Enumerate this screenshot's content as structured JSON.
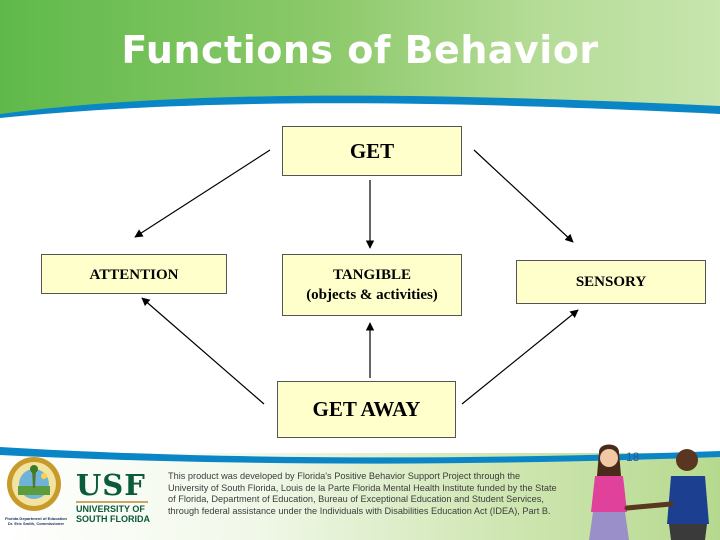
{
  "title": "Functions of Behavior",
  "nodes": {
    "get": "GET",
    "attention": "ATTENTION",
    "tangible_line1": "TANGIBLE",
    "tangible_line2": "(objects & activities)",
    "sensory": "SENSORY",
    "get_away": "GET AWAY"
  },
  "edges": [
    {
      "from": "GET",
      "to": "ATTENTION"
    },
    {
      "from": "GET",
      "to": "TANGIBLE"
    },
    {
      "from": "GET",
      "to": "SENSORY"
    },
    {
      "from": "GET AWAY",
      "to": "ATTENTION"
    },
    {
      "from": "GET AWAY",
      "to": "TANGIBLE"
    },
    {
      "from": "GET AWAY",
      "to": "SENSORY"
    }
  ],
  "footer": {
    "page_number": "18",
    "seal_text": "Florida Department of Education\nDr. Eric Smith, Commissioner",
    "usf_mark": "USF",
    "usf_line1": "UNIVERSITY OF",
    "usf_line2": "SOUTH FLORIDA",
    "credit_lines": [
      "This product was developed by Florida's Positive Behavior Support Project through the",
      "University of South Florida, Louis de la Parte Florida Mental Health Institute funded by the State",
      "of Florida, Department of Education, Bureau of Exceptional Education and Student Services,",
      "through federal assistance under the Individuals with Disabilities Education Act (IDEA), Part B."
    ]
  },
  "colors": {
    "header_green": "#5fb94a",
    "wave_blue": "#0a86c6",
    "box_fill": "#ffffcc",
    "title_text": "#ffffff"
  }
}
